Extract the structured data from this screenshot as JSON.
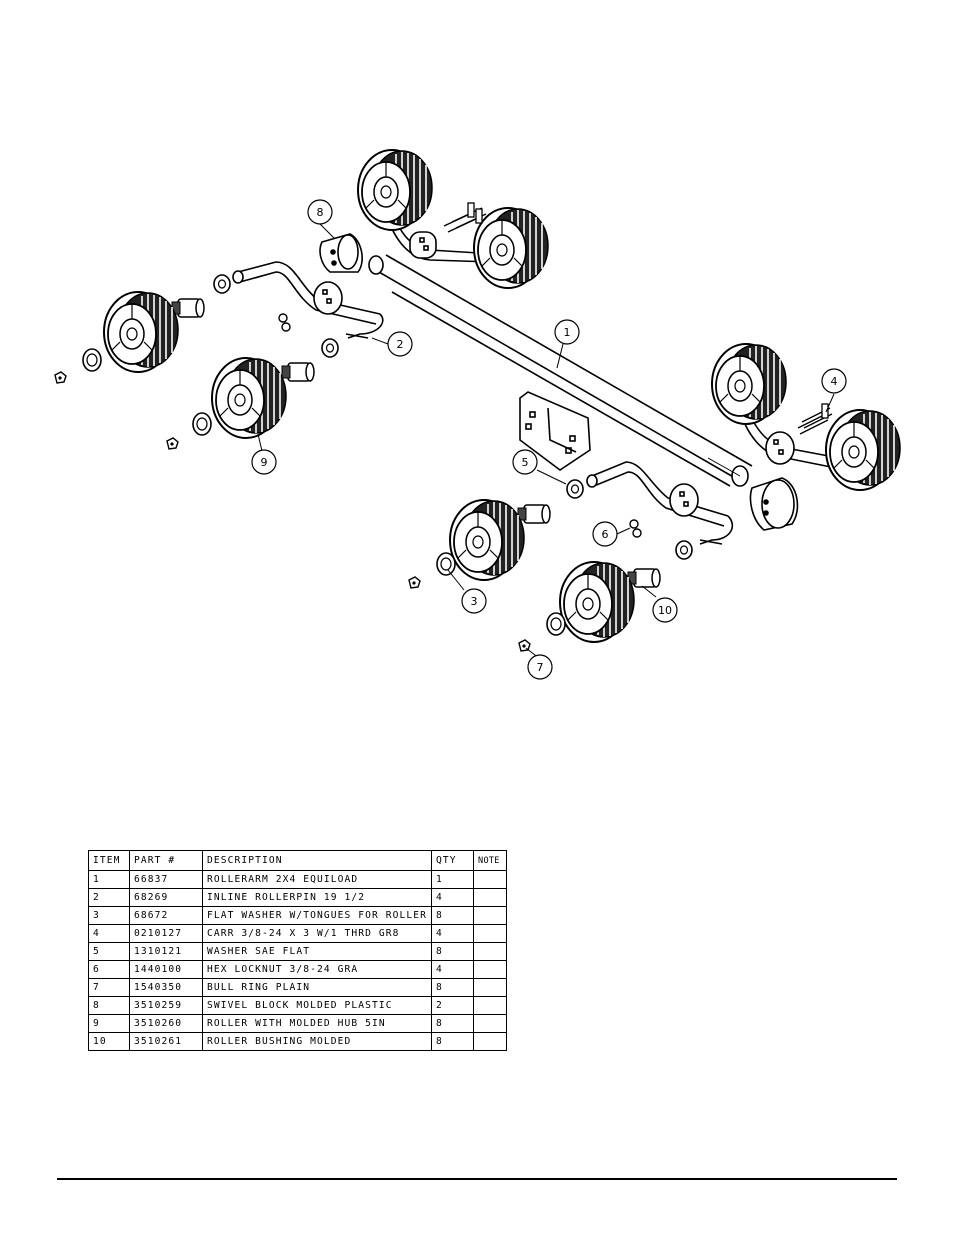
{
  "callouts": [
    "1",
    "2",
    "3",
    "4",
    "5",
    "6",
    "7",
    "8",
    "9",
    "10"
  ],
  "table": {
    "headers": [
      "ITEM",
      "PART #",
      "DESCRIPTION",
      "QTY",
      "NOTE"
    ],
    "rows": [
      {
        "item": "1",
        "part": "66837",
        "desc": "ROLLERARM  2X4 EQUILOAD",
        "qty": "1",
        "note": ""
      },
      {
        "item": "2",
        "part": "68269",
        "desc": "INLINE ROLLERPIN 19 1/2",
        "qty": "4",
        "note": ""
      },
      {
        "item": "3",
        "part": "68672",
        "desc": "FLAT WASHER W/TONGUES FOR ROLLER",
        "qty": "8",
        "note": ""
      },
      {
        "item": "4",
        "part": "0210127",
        "desc": "CARR 3/8-24 X 3 W/1 THRD GR8",
        "qty": "4",
        "note": ""
      },
      {
        "item": "5",
        "part": "1310121",
        "desc": "WASHER SAE FLAT",
        "qty": "8",
        "note": ""
      },
      {
        "item": "6",
        "part": "1440100",
        "desc": "HEX LOCKNUT 3/8-24 GRA",
        "qty": "4",
        "note": ""
      },
      {
        "item": "7",
        "part": "1540350",
        "desc": "BULL RING PLAIN",
        "qty": "8",
        "note": ""
      },
      {
        "item": "8",
        "part": "3510259",
        "desc": "SWIVEL BLOCK MOLDED PLASTIC",
        "qty": "2",
        "note": ""
      },
      {
        "item": "9",
        "part": "3510260",
        "desc": "ROLLER WITH MOLDED HUB  5IN",
        "qty": "8",
        "note": ""
      },
      {
        "item": "10",
        "part": "3510261",
        "desc": "ROLLER BUSHING MOLDED",
        "qty": "8",
        "note": ""
      }
    ]
  }
}
